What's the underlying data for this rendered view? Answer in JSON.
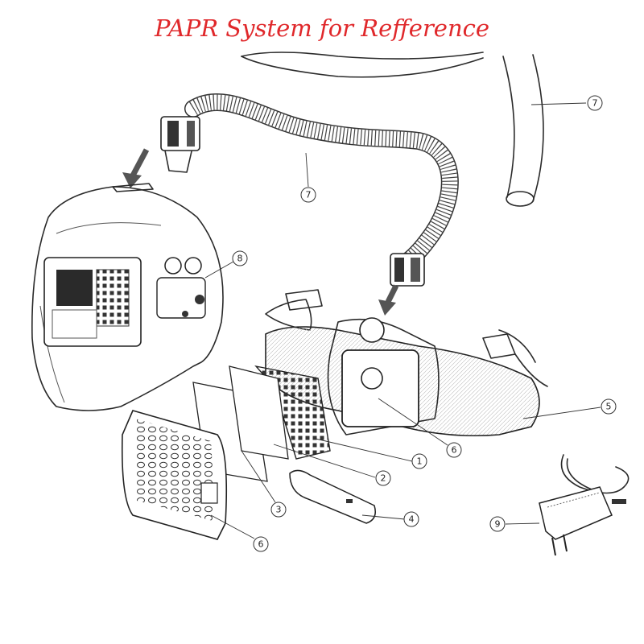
{
  "title": "PAPR System for Refference",
  "colors": {
    "title": "#e0282b",
    "line": "#2a2a2a",
    "arrow": "#555555"
  },
  "callouts": [
    {
      "id": "c7a",
      "label": "7"
    },
    {
      "id": "c7b",
      "label": "7"
    },
    {
      "id": "c8",
      "label": "8"
    },
    {
      "id": "c5",
      "label": "5"
    },
    {
      "id": "c6a",
      "label": "6"
    },
    {
      "id": "c1",
      "label": "1"
    },
    {
      "id": "c2",
      "label": "2"
    },
    {
      "id": "c3",
      "label": "3"
    },
    {
      "id": "c4",
      "label": "4"
    },
    {
      "id": "c6b",
      "label": "6"
    },
    {
      "id": "c9",
      "label": "9"
    }
  ]
}
